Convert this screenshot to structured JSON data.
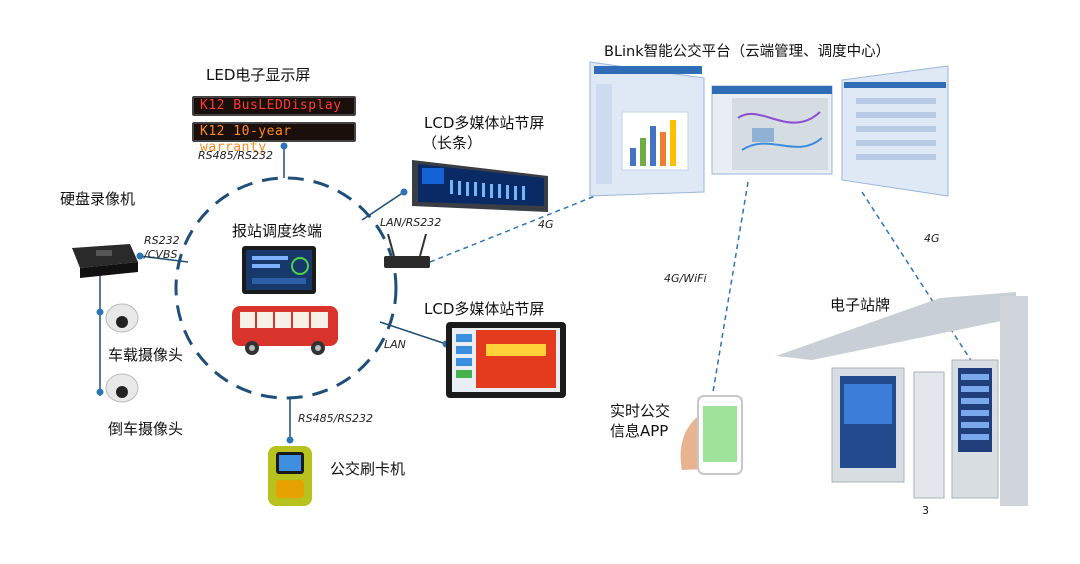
{
  "labels": {
    "led_screen": "LED电子显示屏",
    "led_line1": "K12 BusLEDDisplay",
    "led_line2": "K12 10-year warranty",
    "rs485_top": "RS485/RS232",
    "lcd_long_1": "LCD多媒体站节屏",
    "lcd_long_2": "（长条）",
    "dvr": "硬盘录像机",
    "rs232_cvbs_1": "RS232",
    "rs232_cvbs_2": "/CVBS",
    "terminal": "报站调度终端",
    "lan_rs232": "LAN/RS232",
    "lcd_station": "LCD多媒体站节屏",
    "lan": "LAN",
    "car_camera": "车载摄像头",
    "rear_camera": "倒车摄像头",
    "rs485_bottom": "RS485/RS232",
    "card_reader": "公交刷卡机",
    "platform": "BLink智能公交平台（云端管理、调度中心）",
    "g4_left": "4G",
    "g4_right": "4G",
    "wifi": "4G/WiFi",
    "app_1": "实时公交",
    "app_2": "信息APP",
    "e_sign": "电子站牌",
    "page_no": "3"
  },
  "colors": {
    "ring": "#1f4e79",
    "link": "#2e75b6",
    "bus": "#d9342b",
    "led_red": "#ff3b2f",
    "led_orange": "#ff8a1f"
  }
}
